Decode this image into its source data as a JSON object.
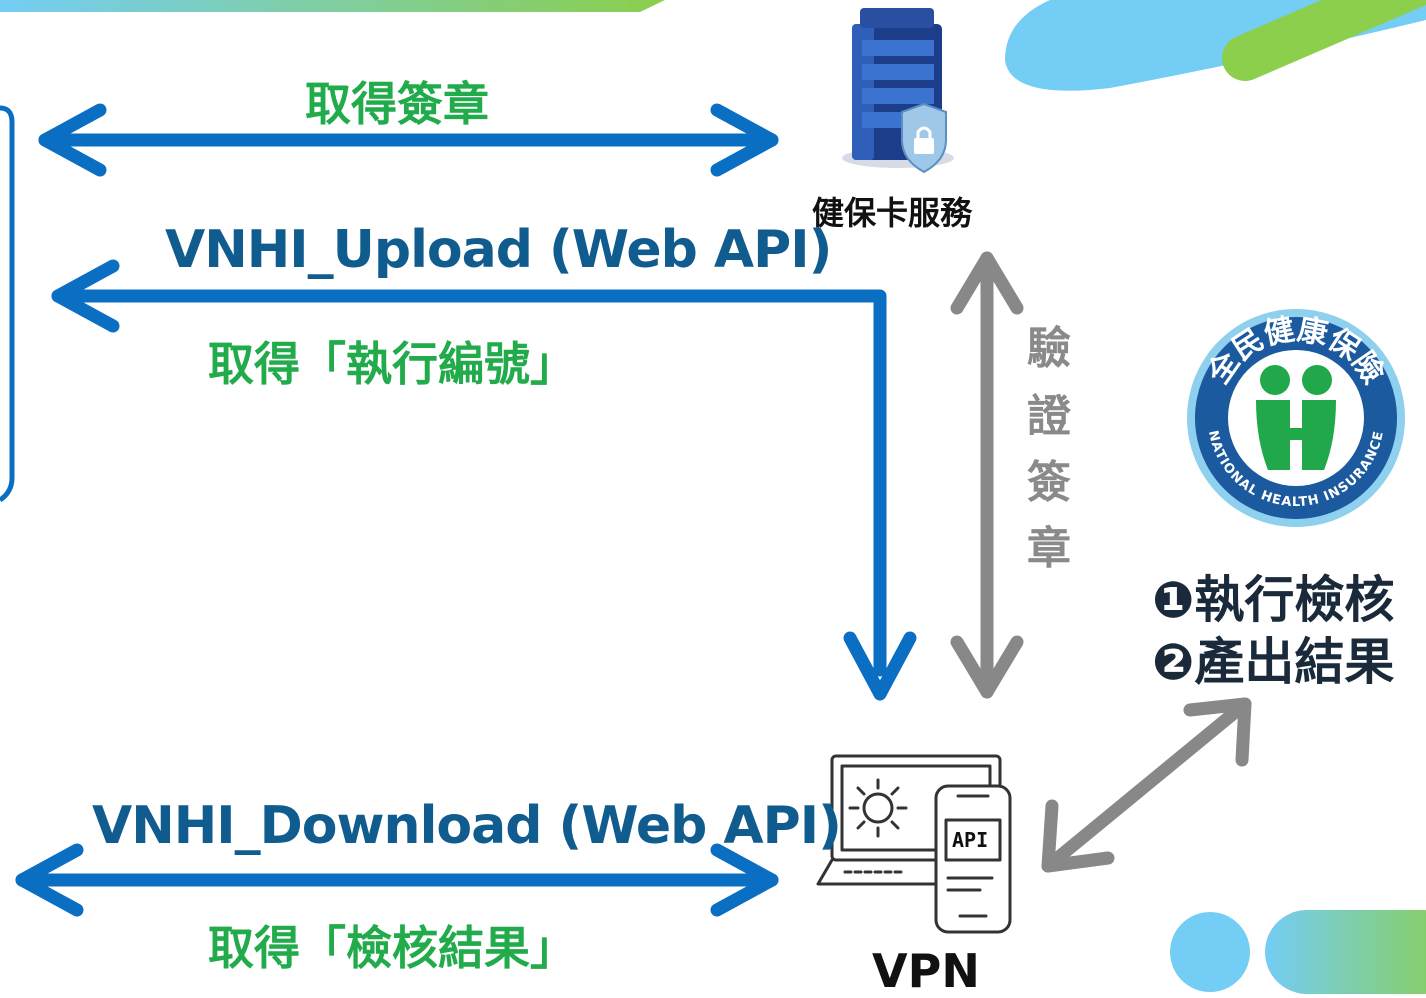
{
  "diagram": {
    "top_flow": {
      "label": "取得簽章"
    },
    "upload_flow": {
      "api_label": "VNHI_Upload (Web API)",
      "result_label": "取得「執行編號」"
    },
    "download_flow": {
      "api_label": "VNHI_Download (Web API)",
      "result_label": "取得「檢核結果」"
    },
    "server_node": {
      "label": "健保卡服務",
      "icon": "secure-server-icon"
    },
    "vpn_node": {
      "label": "VPN",
      "icon": "laptop-api-icon",
      "api_text": "API"
    },
    "verify_link": {
      "chars": [
        "驗",
        "證",
        "簽",
        "章"
      ]
    },
    "nhi_logo": {
      "text_top": "全民健康保險",
      "text_bottom": "NATIONAL HEALTH INSURANCE",
      "icon": "nhi-logo-icon"
    },
    "steps": [
      {
        "marker": "❶",
        "text": "執行檢核"
      },
      {
        "marker": "❷",
        "text": "產出結果"
      }
    ],
    "colors": {
      "blue_arrow": "#0a6fc2",
      "grey_arrow": "#888888",
      "green_text": "#22ab4b",
      "api_text": "#115c8f",
      "light_blue": "#74cdf5",
      "green_accent": "#8bcf4c"
    }
  }
}
